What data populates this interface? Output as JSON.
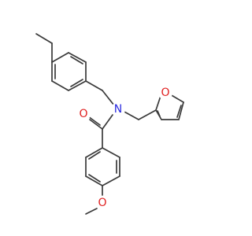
{
  "atoms": [
    {
      "id": "N1",
      "symbol": "N",
      "color": "#2a2ae0"
    },
    {
      "id": "O_carbonyl",
      "symbol": "O",
      "color": "#e02020"
    },
    {
      "id": "O_methoxy",
      "symbol": "O",
      "color": "#e02020"
    },
    {
      "id": "O_furan",
      "symbol": "O",
      "color": "#e02020"
    }
  ],
  "colors": {
    "bond": "#3a3a3a",
    "background": "#ffffff"
  }
}
